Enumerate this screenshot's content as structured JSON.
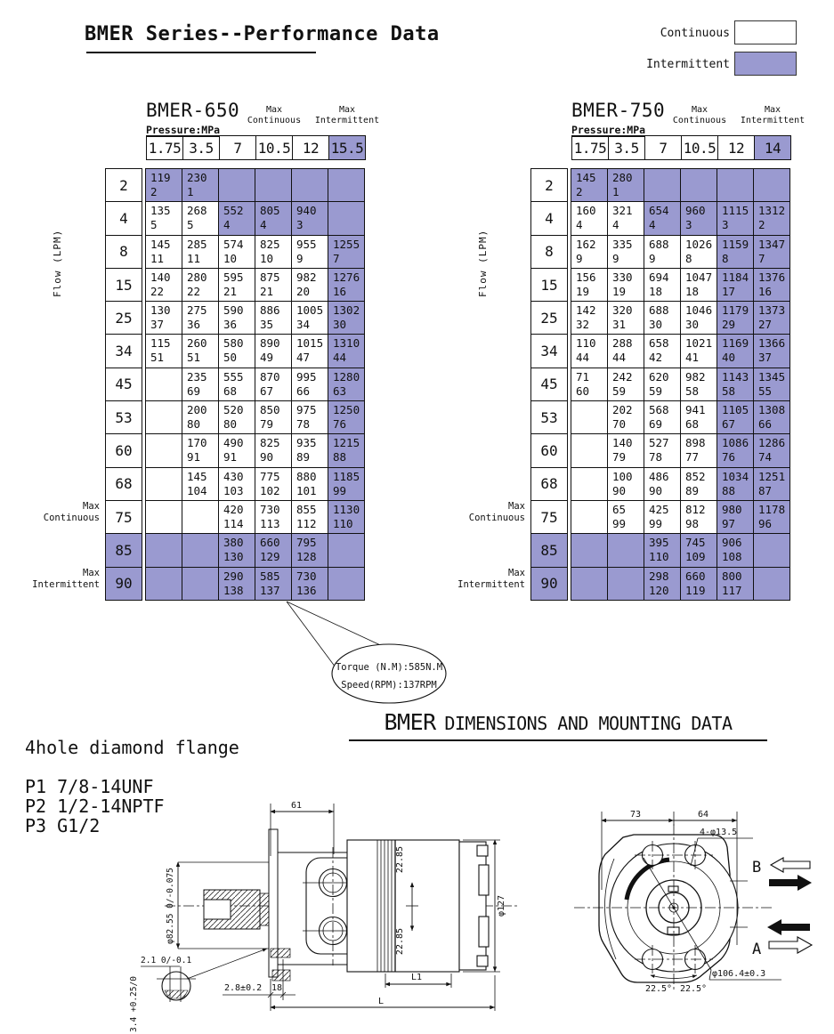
{
  "title": "BMER Series--Performance Data",
  "legend": {
    "continuous": "Continuous",
    "intermittent": "Intermittent",
    "intermittent_color": "#9a9ad0"
  },
  "labels": {
    "flow_axis": "Flow (LPM)",
    "max": "Max",
    "continuous": "Continuous",
    "intermittent": "Intermittent"
  },
  "tables": [
    {
      "name": "BMER-650",
      "pressure_label": "Pressure:MPa",
      "pressures": [
        "1.75",
        "3.5",
        "7",
        "10.5",
        "12",
        "15.5"
      ],
      "pressure_fills": [
        0,
        0,
        0,
        0,
        0,
        1
      ],
      "rows": [
        {
          "flow": "2",
          "ff": 0,
          "c": [
            [
              "119",
              "2",
              1
            ],
            [
              "230",
              "1",
              1
            ],
            [
              "",
              "",
              1
            ],
            [
              "",
              "",
              1
            ],
            [
              "",
              "",
              1
            ],
            [
              "",
              "",
              1
            ]
          ]
        },
        {
          "flow": "4",
          "ff": 0,
          "c": [
            [
              "135",
              "5",
              0
            ],
            [
              "268",
              "5",
              0
            ],
            [
              "552",
              "4",
              1
            ],
            [
              "805",
              "4",
              1
            ],
            [
              "940",
              "3",
              1
            ],
            [
              "",
              "",
              1
            ]
          ]
        },
        {
          "flow": "8",
          "ff": 0,
          "c": [
            [
              "145",
              "11",
              0
            ],
            [
              "285",
              "11",
              0
            ],
            [
              "574",
              "10",
              0
            ],
            [
              "825",
              "10",
              0
            ],
            [
              "955",
              "9",
              0
            ],
            [
              "1255",
              "7",
              1
            ]
          ]
        },
        {
          "flow": "15",
          "ff": 0,
          "c": [
            [
              "140",
              "22",
              0
            ],
            [
              "280",
              "22",
              0
            ],
            [
              "595",
              "21",
              0
            ],
            [
              "875",
              "21",
              0
            ],
            [
              "982",
              "20",
              0
            ],
            [
              "1276",
              "16",
              1
            ]
          ]
        },
        {
          "flow": "25",
          "ff": 0,
          "c": [
            [
              "130",
              "37",
              0
            ],
            [
              "275",
              "36",
              0
            ],
            [
              "590",
              "36",
              0
            ],
            [
              "886",
              "35",
              0
            ],
            [
              "1005",
              "34",
              0
            ],
            [
              "1302",
              "30",
              1
            ]
          ]
        },
        {
          "flow": "34",
          "ff": 0,
          "c": [
            [
              "115",
              "51",
              0
            ],
            [
              "260",
              "51",
              0
            ],
            [
              "580",
              "50",
              0
            ],
            [
              "890",
              "49",
              0
            ],
            [
              "1015",
              "47",
              0
            ],
            [
              "1310",
              "44",
              1
            ]
          ]
        },
        {
          "flow": "45",
          "ff": 0,
          "c": [
            [
              "",
              "",
              0
            ],
            [
              "235",
              "69",
              0
            ],
            [
              "555",
              "68",
              0
            ],
            [
              "870",
              "67",
              0
            ],
            [
              "995",
              "66",
              0
            ],
            [
              "1280",
              "63",
              1
            ]
          ]
        },
        {
          "flow": "53",
          "ff": 0,
          "c": [
            [
              "",
              "",
              0
            ],
            [
              "200",
              "80",
              0
            ],
            [
              "520",
              "80",
              0
            ],
            [
              "850",
              "79",
              0
            ],
            [
              "975",
              "78",
              0
            ],
            [
              "1250",
              "76",
              1
            ]
          ]
        },
        {
          "flow": "60",
          "ff": 0,
          "c": [
            [
              "",
              "",
              0
            ],
            [
              "170",
              "91",
              0
            ],
            [
              "490",
              "91",
              0
            ],
            [
              "825",
              "90",
              0
            ],
            [
              "935",
              "89",
              0
            ],
            [
              "1215",
              "88",
              1
            ]
          ]
        },
        {
          "flow": "68",
          "ff": 0,
          "c": [
            [
              "",
              "",
              0
            ],
            [
              "145",
              "104",
              0
            ],
            [
              "430",
              "103",
              0
            ],
            [
              "775",
              "102",
              0
            ],
            [
              "880",
              "101",
              0
            ],
            [
              "1185",
              "99",
              1
            ]
          ]
        },
        {
          "flow": "75",
          "ff": 0,
          "c": [
            [
              "",
              "",
              0
            ],
            [
              "",
              "",
              0
            ],
            [
              "420",
              "114",
              0
            ],
            [
              "730",
              "113",
              0
            ],
            [
              "855",
              "112",
              0
            ],
            [
              "1130",
              "110",
              1
            ]
          ]
        },
        {
          "flow": "85",
          "ff": 1,
          "c": [
            [
              "",
              "",
              1
            ],
            [
              "",
              "",
              1
            ],
            [
              "380",
              "130",
              1
            ],
            [
              "660",
              "129",
              1
            ],
            [
              "795",
              "128",
              1
            ],
            [
              "",
              "",
              1
            ]
          ]
        },
        {
          "flow": "90",
          "ff": 1,
          "c": [
            [
              "",
              "",
              1
            ],
            [
              "",
              "",
              1
            ],
            [
              "290",
              "138",
              1
            ],
            [
              "585",
              "137",
              1
            ],
            [
              "730",
              "136",
              1
            ],
            [
              "",
              "",
              1
            ]
          ]
        }
      ]
    },
    {
      "name": "BMER-750",
      "pressure_label": "Pressure:MPa",
      "pressures": [
        "1.75",
        "3.5",
        "7",
        "10.5",
        "12",
        "14"
      ],
      "pressure_fills": [
        0,
        0,
        0,
        0,
        0,
        1
      ],
      "rows": [
        {
          "flow": "2",
          "ff": 0,
          "c": [
            [
              "145",
              "2",
              1
            ],
            [
              "280",
              "1",
              1
            ],
            [
              "",
              "",
              1
            ],
            [
              "",
              "",
              1
            ],
            [
              "",
              "",
              1
            ],
            [
              "",
              "",
              1
            ]
          ]
        },
        {
          "flow": "4",
          "ff": 0,
          "c": [
            [
              "160",
              "4",
              0
            ],
            [
              "321",
              "4",
              0
            ],
            [
              "654",
              "4",
              1
            ],
            [
              "960",
              "3",
              1
            ],
            [
              "1115",
              "3",
              1
            ],
            [
              "1312",
              "2",
              1
            ]
          ]
        },
        {
          "flow": "8",
          "ff": 0,
          "c": [
            [
              "162",
              "9",
              0
            ],
            [
              "335",
              "9",
              0
            ],
            [
              "688",
              "9",
              0
            ],
            [
              "1026",
              "8",
              0
            ],
            [
              "1159",
              "8",
              1
            ],
            [
              "1347",
              "7",
              1
            ]
          ]
        },
        {
          "flow": "15",
          "ff": 0,
          "c": [
            [
              "156",
              "19",
              0
            ],
            [
              "330",
              "19",
              0
            ],
            [
              "694",
              "18",
              0
            ],
            [
              "1047",
              "18",
              0
            ],
            [
              "1184",
              "17",
              1
            ],
            [
              "1376",
              "16",
              1
            ]
          ]
        },
        {
          "flow": "25",
          "ff": 0,
          "c": [
            [
              "142",
              "32",
              0
            ],
            [
              "320",
              "31",
              0
            ],
            [
              "688",
              "30",
              0
            ],
            [
              "1046",
              "30",
              0
            ],
            [
              "1179",
              "29",
              1
            ],
            [
              "1373",
              "27",
              1
            ]
          ]
        },
        {
          "flow": "34",
          "ff": 0,
          "c": [
            [
              "110",
              "44",
              0
            ],
            [
              "288",
              "44",
              0
            ],
            [
              "658",
              "42",
              0
            ],
            [
              "1021",
              "41",
              0
            ],
            [
              "1169",
              "40",
              1
            ],
            [
              "1366",
              "37",
              1
            ]
          ]
        },
        {
          "flow": "45",
          "ff": 0,
          "c": [
            [
              "71",
              "60",
              0
            ],
            [
              "242",
              "59",
              0
            ],
            [
              "620",
              "59",
              0
            ],
            [
              "982",
              "58",
              0
            ],
            [
              "1143",
              "58",
              1
            ],
            [
              "1345",
              "55",
              1
            ]
          ]
        },
        {
          "flow": "53",
          "ff": 0,
          "c": [
            [
              "",
              "",
              0
            ],
            [
              "202",
              "70",
              0
            ],
            [
              "568",
              "69",
              0
            ],
            [
              "941",
              "68",
              0
            ],
            [
              "1105",
              "67",
              1
            ],
            [
              "1308",
              "66",
              1
            ]
          ]
        },
        {
          "flow": "60",
          "ff": 0,
          "c": [
            [
              "",
              "",
              0
            ],
            [
              "140",
              "79",
              0
            ],
            [
              "527",
              "78",
              0
            ],
            [
              "898",
              "77",
              0
            ],
            [
              "1086",
              "76",
              1
            ],
            [
              "1286",
              "74",
              1
            ]
          ]
        },
        {
          "flow": "68",
          "ff": 0,
          "c": [
            [
              "",
              "",
              0
            ],
            [
              "100",
              "90",
              0
            ],
            [
              "486",
              "90",
              0
            ],
            [
              "852",
              "89",
              0
            ],
            [
              "1034",
              "88",
              1
            ],
            [
              "1251",
              "87",
              1
            ]
          ]
        },
        {
          "flow": "75",
          "ff": 0,
          "c": [
            [
              "",
              "",
              0
            ],
            [
              "65",
              "99",
              0
            ],
            [
              "425",
              "99",
              0
            ],
            [
              "812",
              "98",
              0
            ],
            [
              "980",
              "97",
              1
            ],
            [
              "1178",
              "96",
              1
            ]
          ]
        },
        {
          "flow": "85",
          "ff": 1,
          "c": [
            [
              "",
              "",
              1
            ],
            [
              "",
              "",
              1
            ],
            [
              "395",
              "110",
              1
            ],
            [
              "745",
              "109",
              1
            ],
            [
              "906",
              "108",
              1
            ],
            [
              "",
              "",
              1
            ]
          ]
        },
        {
          "flow": "90",
          "ff": 1,
          "c": [
            [
              "",
              "",
              1
            ],
            [
              "",
              "",
              1
            ],
            [
              "298",
              "120",
              1
            ],
            [
              "660",
              "119",
              1
            ],
            [
              "800",
              "117",
              1
            ],
            [
              "",
              "",
              1
            ]
          ]
        }
      ]
    }
  ],
  "callout": {
    "line1": "Torque (N.M):585N.M",
    "line2": "Speed(RPM):137RPM"
  },
  "section2": {
    "title_main": "BMER",
    "title_rest": "DIMENSIONS AND MOUNTING DATA"
  },
  "notes": {
    "flange": "4hole diamond flange",
    "p1": "P1 7/8-14UNF",
    "p2": "P2 1/2-14NPTF",
    "p3": "P3 G1/2"
  },
  "side_view": {
    "dim_61": "61",
    "dim_shaft": "φ82.55 0/-0.075",
    "dim_2285a": "22.85",
    "dim_2285b": "22.85",
    "dim_127": "φ127",
    "dim_21": "2.1 0/-0.1",
    "dim_34": "3.4 +0.25/0",
    "dim_28": "2.8±0.2",
    "dim_18": "18",
    "dim_L1": "L1",
    "dim_L": "L"
  },
  "front_view": {
    "dim_73": "73",
    "dim_64": "64",
    "dim_holes": "4-φ13.5",
    "dim_bc": "φ106.4±0.3",
    "angle_left": "22.5°",
    "angle_right": "22.5°",
    "port_b": "B",
    "port_a": "A"
  }
}
